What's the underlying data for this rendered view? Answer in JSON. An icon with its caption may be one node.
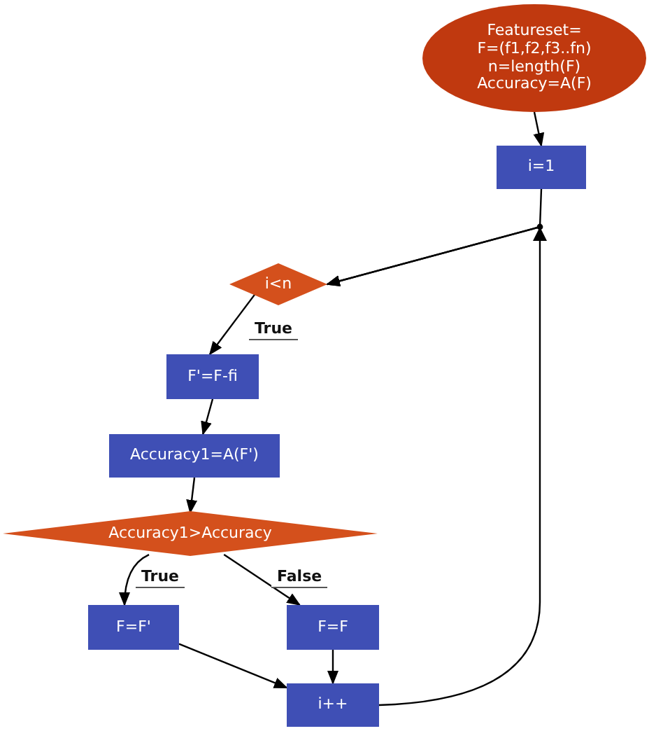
{
  "diagram": {
    "nodes": [
      {
        "text": [
          "Featureset=",
          "F=(f1,f2,f3..fn)",
          "n=length(F)",
          "Accuracy=A(F)"
        ]
      },
      {
        "text": [
          "i=1"
        ]
      },
      {
        "text": [
          "i<n"
        ]
      },
      {
        "text": [
          "F'=F-fi"
        ]
      },
      {
        "text": [
          "Accuracy1=A(F')"
        ]
      },
      {
        "text": [
          "Accuracy1>Accuracy"
        ]
      },
      {
        "text": [
          "F=F'"
        ]
      },
      {
        "text": [
          "F=F"
        ]
      },
      {
        "text": [
          "i++"
        ]
      }
    ],
    "edges": [
      {
        "from": 0,
        "to": 1,
        "arrow": "to"
      },
      {
        "from": 1,
        "to": 2,
        "arrow": "to"
      },
      {
        "from": 2,
        "to": 3,
        "arrow": "to",
        "label": "True"
      },
      {
        "from": 3,
        "to": 4,
        "arrow": "to"
      },
      {
        "from": 4,
        "to": 5,
        "arrow": "to"
      },
      {
        "from": 5,
        "to": 6,
        "arrow": "to",
        "label": "True"
      },
      {
        "from": 5,
        "to": 7,
        "arrow": "to",
        "label": "False"
      },
      {
        "from": 6,
        "to": 8,
        "arrow": "to"
      },
      {
        "from": 7,
        "to": 8,
        "arrow": "to"
      },
      {
        "from": 8,
        "to": 2,
        "arrow": "to"
      }
    ]
  }
}
